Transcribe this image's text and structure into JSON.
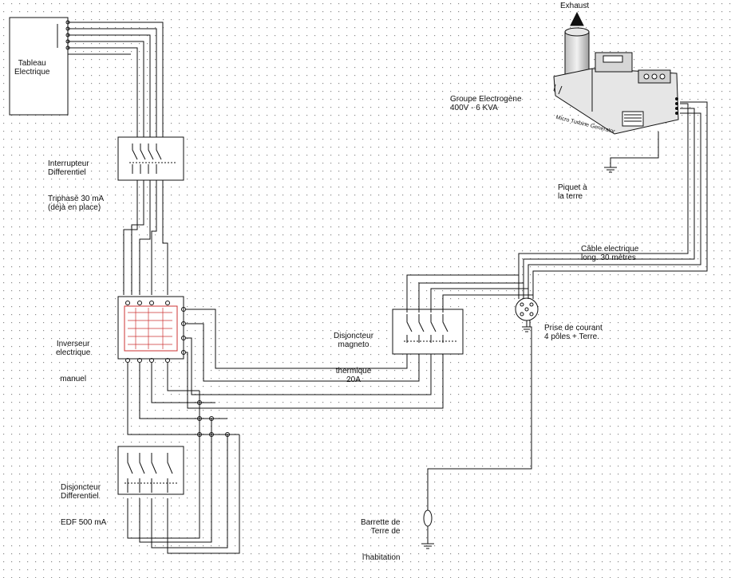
{
  "labels": {
    "panel": [
      "Tableau",
      "Electrique"
    ],
    "rcd_switch": [
      "Interrupteur",
      "Differentiel",
      "Triphasé 30 mA",
      "(déjà en place)"
    ],
    "transfer_switch": [
      "Inverseur",
      "electrique",
      "manuel"
    ],
    "edf_breaker": [
      "Disjoncteur",
      "Differentiel",
      "EDF 500 mA"
    ],
    "mag_breaker": [
      "Disjoncteur",
      "magneto",
      "thermique",
      "20A"
    ],
    "socket": [
      "Prise de courant",
      "4 pôles + Terre."
    ],
    "generator": [
      "Groupe Electrogène",
      "400V - 6 KVA"
    ],
    "generator_brand": "Micro Turbine Generator",
    "exhaust": "Exhaust",
    "ground_stake": [
      "Piquet à",
      "la terre"
    ],
    "cable": [
      "Câble electrique",
      "long. 30 mètres"
    ],
    "earth_bar": [
      "Barrette de",
      "Terre de",
      "l'habitation"
    ]
  },
  "colors": {
    "background": "#ffffff",
    "grid_dot": "#8a8a8a",
    "line": "#111111",
    "device_red": "#cc3333"
  }
}
